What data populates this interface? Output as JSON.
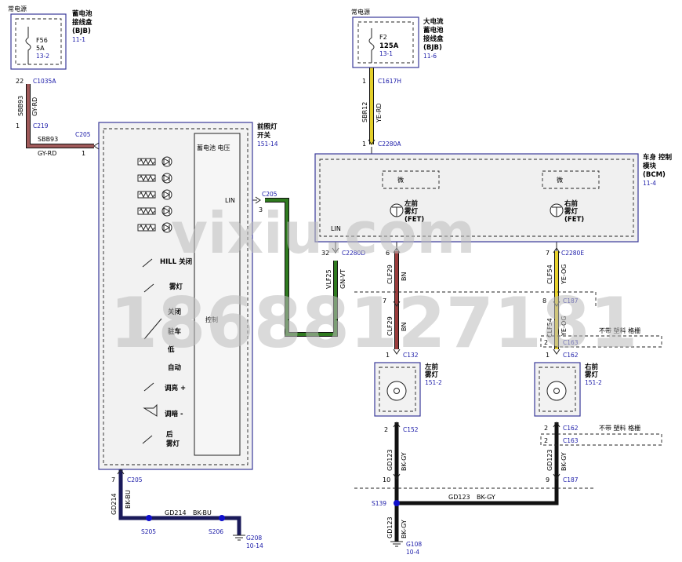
{
  "texts": {
    "const_power_left": "常电源",
    "bjb_left_l1": "蓄电池",
    "bjb_left_l2": "接线盒",
    "bjb_left_l3": "(BJB)",
    "bjb_left_ref": "11-1",
    "fuse_left_name": "F56",
    "fuse_left_amp": "5A",
    "fuse_left_ref": "13-2",
    "c1035a_pin": "22",
    "c1035a": "C1035A",
    "w_sbb93_a": "SBB93",
    "w_gyrd_a": "GY-RD",
    "c219_pin": "1",
    "c219": "C219",
    "w_sbb93_b": "SBB93",
    "w_gyrd_b": "GY-RD",
    "c205_top": "C205",
    "c205_top_pin": "1",
    "hsw_l1": "前照灯",
    "hsw_l2": "开关",
    "hsw_ref": "151-14",
    "batt_voltage": "蓄电池 电压",
    "lin_left": "LIN",
    "c205_lin": "C205",
    "c205_lin_pin": "3",
    "hill_off": "HILL 关闭",
    "fog": "雾灯",
    "off": "关闭",
    "parking": "驻车",
    "low": "低",
    "auto": "自动",
    "dim_up": "调亮 +",
    "dim_down": "调暗 -",
    "rear_fog_l1": "后",
    "rear_fog_l2": "雾灯",
    "ctrl_label": "控制",
    "const_power_right": "常电源",
    "bjb_right_l1": "大电流",
    "bjb_right_l2": "蓄电池",
    "bjb_right_l3": "接线盒",
    "bjb_right_l4": "(BJB)",
    "bjb_right_ref": "11-6",
    "fuse_right_name": "F2",
    "fuse_right_amp": "125A",
    "fuse_right_ref": "13-1",
    "c1617h_pin": "1",
    "c1617h": "C1617H",
    "w_sbr12": "SBR12",
    "w_yerd": "YE-RD",
    "c2280a_pin": "1",
    "c2280a": "C2280A",
    "bcm_l1": "车身 控制",
    "bcm_l2": "模块",
    "bcm_l3": "(BCM)",
    "bcm_ref": "11-4",
    "micro_left": "微",
    "micro_right": "微",
    "lfog_fet_l1": "左前",
    "lfog_fet_l2": "雾灯",
    "lfog_fet_l3": "(FET)",
    "rfog_fet_l1": "右前",
    "rfog_fet_l2": "雾灯",
    "rfog_fet_l3": "(FET)",
    "lin_bcm": "LIN",
    "c2280d_pin": "32",
    "c2280d": "C2280D",
    "w_vlf25": "VLF25",
    "w_gnvt": "GN-VT",
    "c2280_l_pin": "6",
    "c2280e_pin": "7",
    "c2280e": "C2280E",
    "w_clf29_a": "CLF29",
    "w_bn_a": "BN",
    "w_clf54_a": "CLF54",
    "w_yeog_a": "YE-OG",
    "c187_l_pin": "7",
    "c187_r_pin": "8",
    "c187_top": "C187",
    "w_clf29_b": "CLF29",
    "w_bn_b": "BN",
    "w_clf54_b": "CLF54",
    "w_yeog_b": "YE-OG",
    "no_grille_1": "不带 塑料 格栅",
    "c163_top_pin": "2",
    "c163_top": "C163",
    "c132_pin": "1",
    "c132": "C132",
    "c162_top_pin": "1",
    "c162_top": "C162",
    "lfog_lamp_l1": "左前",
    "lfog_lamp_l2": "雾灯",
    "lfog_lamp_ref": "151-2",
    "rfog_lamp_l1": "右前",
    "rfog_lamp_l2": "雾灯",
    "rfog_lamp_ref": "151-2",
    "c152_pin": "2",
    "c152": "C152",
    "c162_bot_pin": "2",
    "c162_bot": "C162",
    "no_grille_2": "不带 塑料 格栅",
    "c163_bot_pin": "2",
    "c163_bot": "C163",
    "w_gd123_l": "GD123",
    "w_bkgy_l": "BK-GY",
    "w_gd123_r": "GD123",
    "w_bkgy_r": "BK-GY",
    "c187_b_l_pin": "10",
    "c187_b_r_pin": "9",
    "c187_b": "C187",
    "s139": "S139",
    "w_gd123_h": "GD123",
    "w_bkgy_h": "BK-GY",
    "w_gd123_g": "GD123",
    "w_bkgy_g": "BK-GY",
    "g108": "G108",
    "g108_ref": "10-4",
    "c205_bot_pin": "7",
    "c205_bot": "C205",
    "w_gd214_v": "GD214",
    "w_bkbu_v": "BK-BU",
    "w_gd214_h": "GD214",
    "w_bkbu_h": "BK-BU",
    "s205": "S205",
    "s206": "S206",
    "g208": "G208",
    "g208_ref": "10-14",
    "watermark_1": "vixiu.com",
    "watermark_2": "18688127181"
  },
  "colors": {
    "wire_gy_rd": "#a05a5a",
    "wire_ye_rd": "#e3cf2a",
    "wire_gn_vt": "#2f7a1f",
    "wire_bn": "#9a3b3b",
    "wire_ye_og": "#e8d22c",
    "wire_bk": "#111111",
    "wire_bk_bu": "#1a1a5a",
    "splice": "#1010cc",
    "frame_blue": "#3a3a9a",
    "module_fill": "#f0f0f0"
  }
}
